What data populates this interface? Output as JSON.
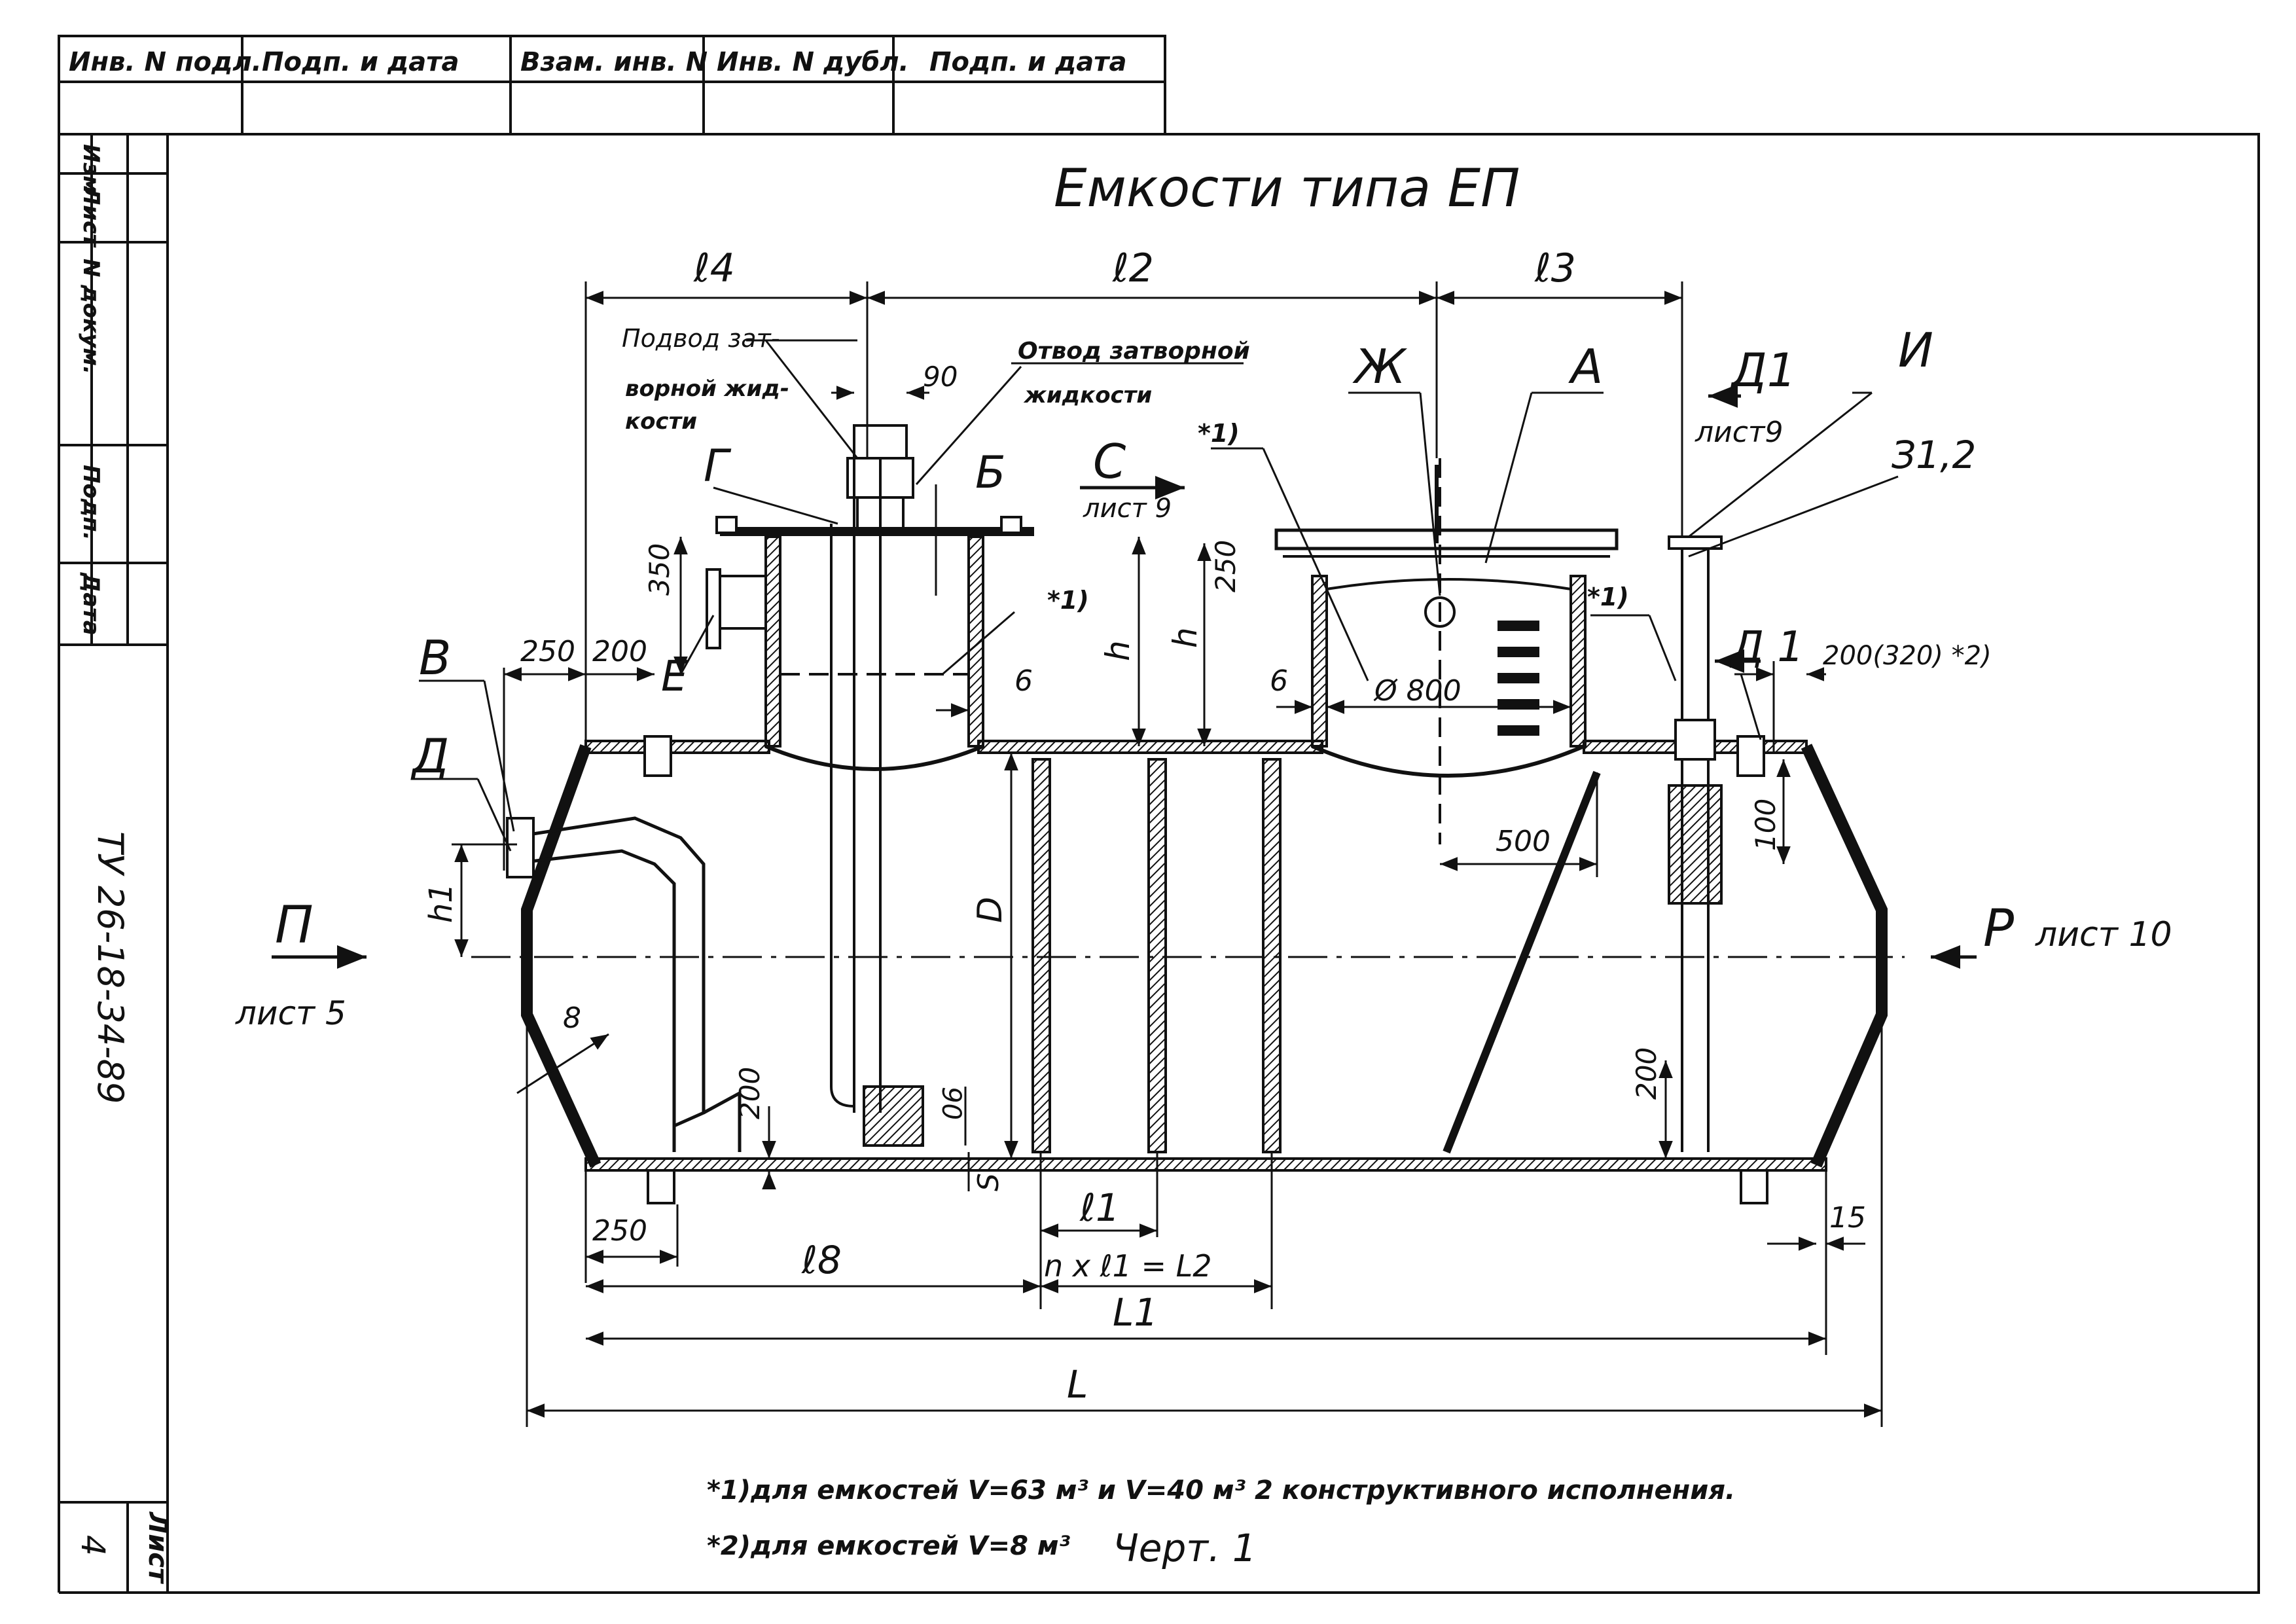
{
  "title_block": {
    "top_headers": [
      "Инв. N подл.",
      "Подп. и дата",
      "Взам. инв. N",
      "Инв. N дубл.",
      "Подп. и дата"
    ],
    "side_headers": [
      "Изм",
      "Лист",
      "N докум.",
      "Подп.",
      "Дата"
    ],
    "doc_code": "ТУ 26-18-34-89",
    "sheet_label": "Лист",
    "sheet_number": "4"
  },
  "drawing": {
    "title": "Емкости типа ЕП",
    "dimensions": {
      "l4": "ℓ4",
      "l2": "ℓ2",
      "l3": "ℓ3",
      "d90_top": "90",
      "d350": "350",
      "d250_left": "250",
      "d200_left": "200",
      "d250_right": "250",
      "h_left": "h",
      "h_right": "h",
      "d6_left": "6",
      "d6_right": "6",
      "phi800": "Ø 800",
      "d500": "500",
      "d100": "100",
      "d200_320": "200(320) *2)",
      "h1": "h1",
      "D": "D",
      "d8": "8",
      "d200_lower_left": "200",
      "d90_bottom": "90",
      "S": "S",
      "d200_lower_right": "200",
      "d15": "15",
      "d250_bottom": "250",
      "l8": "ℓ8",
      "l1": "ℓ1",
      "nxl1": "n x ℓ1 = L2",
      "L1": "L1",
      "L": "L"
    },
    "labels": {
      "podvod": [
        "Подвод зат-",
        "ворной жид-",
        "кости"
      ],
      "otvod": [
        "Отвод затворной",
        "жидкости"
      ],
      "G": "Г",
      "B_cyr": "Б",
      "C": "С",
      "list9_c": "лист 9",
      "star1_a": "*1)",
      "Zh": "Ж",
      "A": "А",
      "D1_top": "Д1",
      "list9_d": "лист9",
      "I": "И",
      "Z12": "З1,2",
      "star1_b": "*1)",
      "star1_c": "*1)",
      "V": "В",
      "E": "Е",
      "D_left": "Д",
      "D1_right": "Д 1",
      "P": "П",
      "list5": "лист 5",
      "R": "Р",
      "list10": "лист 10"
    },
    "notes": [
      "*1)для емкостей V=63 м³ и V=40 м³ 2 конструктивного исполнения.",
      "*2)для емкостей V=8 м³"
    ],
    "figure_caption": "Черт. 1"
  }
}
